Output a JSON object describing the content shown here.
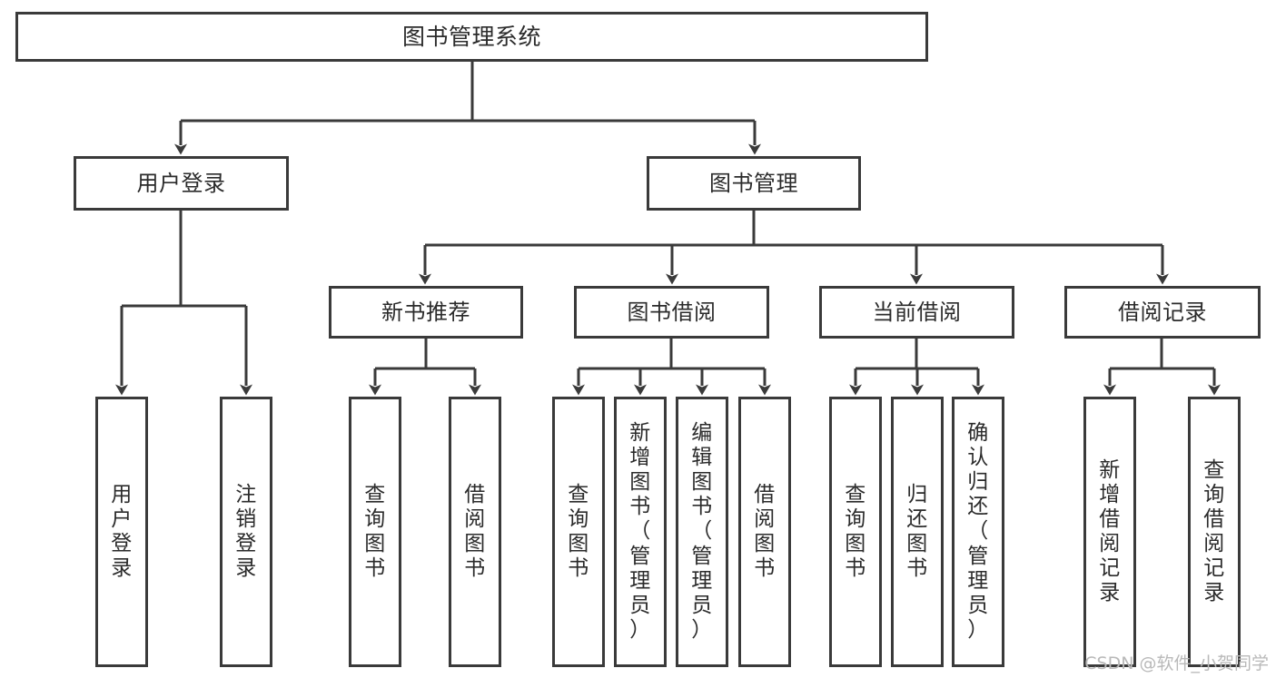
{
  "diagram": {
    "title": "图书管理系统",
    "type": "tree-hierarchy",
    "root": {
      "label": "图书管理系统"
    },
    "level2": [
      {
        "label": "用户登录"
      },
      {
        "label": "图书管理"
      }
    ],
    "level3": [
      {
        "label": "新书推荐"
      },
      {
        "label": "图书借阅"
      },
      {
        "label": "当前借阅"
      },
      {
        "label": "借阅记录"
      }
    ],
    "leaves": {
      "user_login": [
        {
          "label": "用\n户\n登\n录"
        },
        {
          "label": "注\n销\n登\n录"
        }
      ],
      "new_book_recommend": [
        {
          "label": "查\n询\n图\n书"
        },
        {
          "label": "借\n阅\n图\n书"
        }
      ],
      "book_borrow": [
        {
          "label": "查\n询\n图\n书"
        },
        {
          "label": "新\n增\n图\n书\n（\n管\n理\n员\n）"
        },
        {
          "label": "编\n辑\n图\n书\n（\n管\n理\n员\n）"
        },
        {
          "label": "借\n阅\n图\n书"
        }
      ],
      "current_borrow": [
        {
          "label": "查\n询\n图\n书"
        },
        {
          "label": "归\n还\n图\n书"
        },
        {
          "label": "确\n认\n归\n还\n（\n管\n理\n员\n）"
        }
      ],
      "borrow_record": [
        {
          "label": "新\n增\n借\n阅\n记\n录"
        },
        {
          "label": "查\n询\n借\n阅\n记\n录"
        }
      ]
    }
  },
  "watermark": {
    "text": "CSDN @软件_小贺同学"
  },
  "colors": {
    "border": "#3a3a3a",
    "text": "#2b2b2b",
    "background": "#ffffff",
    "watermark": "#b9b9b9"
  }
}
